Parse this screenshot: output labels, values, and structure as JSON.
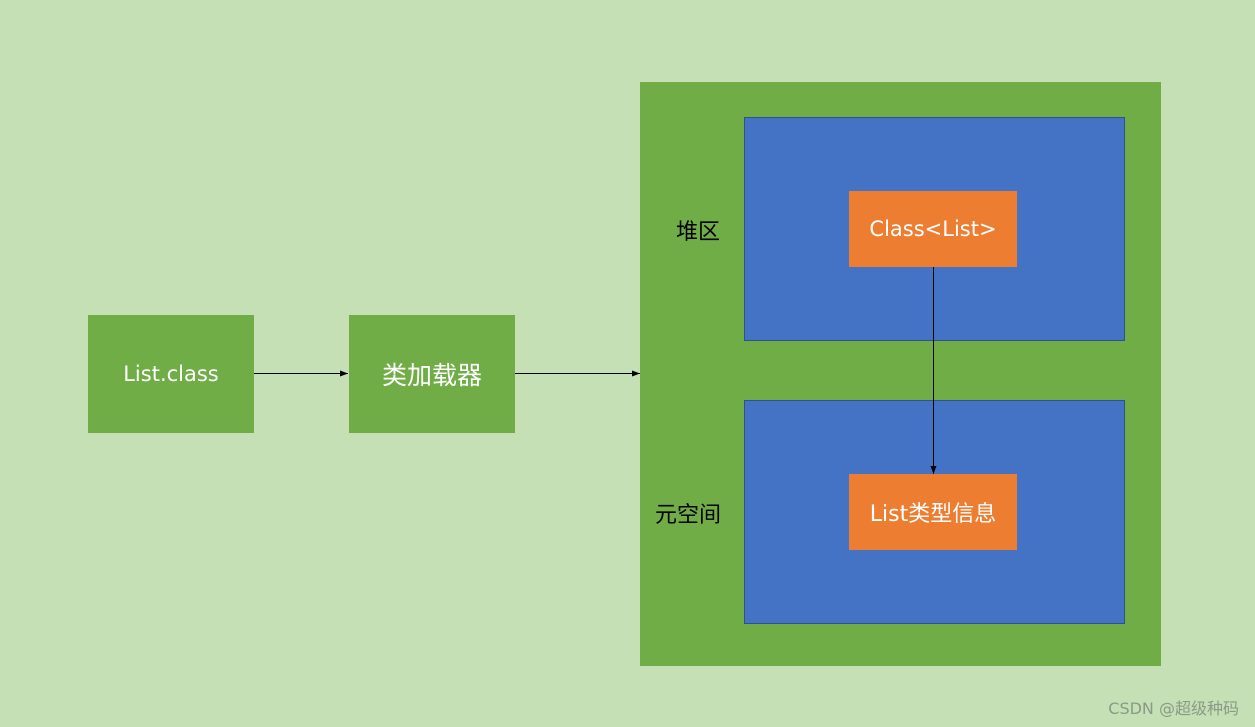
{
  "nodes": {
    "list_class": "List.class",
    "class_loader": "类加载器",
    "class_object": "Class<List>",
    "type_info": "List类型信息"
  },
  "regions": {
    "heap": "堆区",
    "metaspace": "元空间"
  },
  "colors": {
    "background": "#c5e0b4",
    "green": "#70ad47",
    "blue": "#4472c4",
    "orange": "#ed7d31"
  },
  "watermark": "CSDN @超级种码"
}
